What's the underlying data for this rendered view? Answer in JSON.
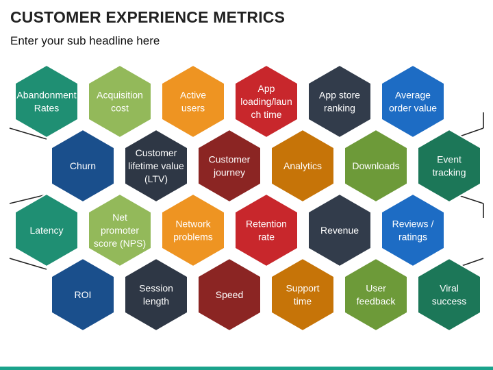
{
  "header": {
    "title": "CUSTOMER EXPERIENCE METRICS",
    "subtitle": "Enter your sub headline here"
  },
  "hexagons": [
    {
      "lines": [
        "Abandonment",
        "Rates"
      ],
      "color": "#1f8f73"
    },
    {
      "lines": [
        "Acquisition",
        "cost"
      ],
      "color": "#93b95a"
    },
    {
      "lines": [
        "Active",
        "users"
      ],
      "color": "#ee9422"
    },
    {
      "lines": [
        "App",
        "loading/laun",
        "ch time"
      ],
      "color": "#c8272c"
    },
    {
      "lines": [
        "App store",
        "ranking"
      ],
      "color": "#323c4b"
    },
    {
      "lines": [
        "Average",
        "order value"
      ],
      "color": "#1d6cc4"
    },
    {
      "lines": [
        "Churn"
      ],
      "color": "#1a4f8c"
    },
    {
      "lines": [
        "Customer",
        "lifetime value",
        "(LTV)"
      ],
      "color": "#2e3745"
    },
    {
      "lines": [
        "Customer",
        "journey"
      ],
      "color": "#8b2523"
    },
    {
      "lines": [
        "Analytics"
      ],
      "color": "#c67408"
    },
    {
      "lines": [
        "Downloads"
      ],
      "color": "#6d9a39"
    },
    {
      "lines": [
        "Event",
        "tracking"
      ],
      "color": "#1c7758"
    },
    {
      "lines": [
        "Latency"
      ],
      "color": "#1f8f73"
    },
    {
      "lines": [
        "Net",
        "promoter",
        "score (NPS)"
      ],
      "color": "#93b95a"
    },
    {
      "lines": [
        "Network",
        "problems"
      ],
      "color": "#ee9422"
    },
    {
      "lines": [
        "Retention",
        "rate"
      ],
      "color": "#c8272c"
    },
    {
      "lines": [
        "Revenue"
      ],
      "color": "#323c4b"
    },
    {
      "lines": [
        "Reviews /",
        "ratings"
      ],
      "color": "#1d6cc4"
    },
    {
      "lines": [
        "ROI"
      ],
      "color": "#1a4f8c"
    },
    {
      "lines": [
        "Session",
        "length"
      ],
      "color": "#2e3745"
    },
    {
      "lines": [
        "Speed"
      ],
      "color": "#8b2523"
    },
    {
      "lines": [
        "Support",
        "time"
      ],
      "color": "#c67408"
    },
    {
      "lines": [
        "User",
        "feedback"
      ],
      "color": "#6d9a39"
    },
    {
      "lines": [
        "Viral",
        "success"
      ],
      "color": "#1c7758"
    }
  ],
  "colors": {
    "outline": "#222222",
    "bottom_bar": "#1aa38b"
  }
}
